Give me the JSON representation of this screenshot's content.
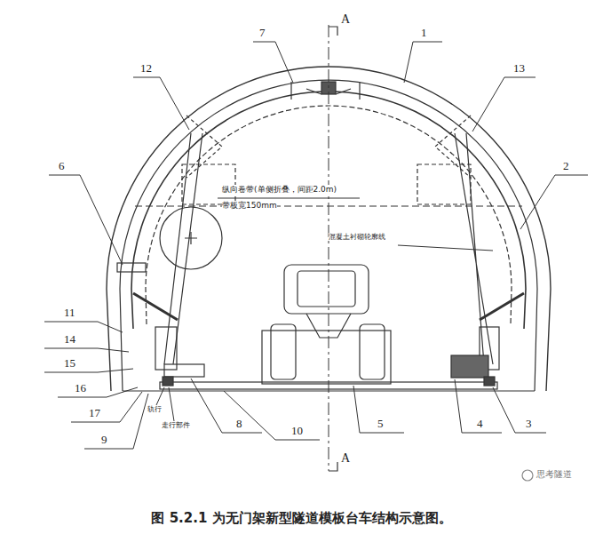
{
  "diagram": {
    "caption": "图 5.2.1 为无门架新型隧道模板台车结构示意图。",
    "labels": [
      "A",
      "7",
      "1",
      "12",
      "13",
      "6",
      "纵向卷带(单侧折叠，间距2.0m)",
      "带板宽150mm",
      "2",
      "混凝土衬砌轮廓线",
      "11",
      "14",
      "15",
      "16",
      "17",
      "9",
      "轨行",
      "走行部件",
      "8",
      "10",
      "5",
      "4",
      "3",
      "A",
      "思考隧道"
    ]
  }
}
